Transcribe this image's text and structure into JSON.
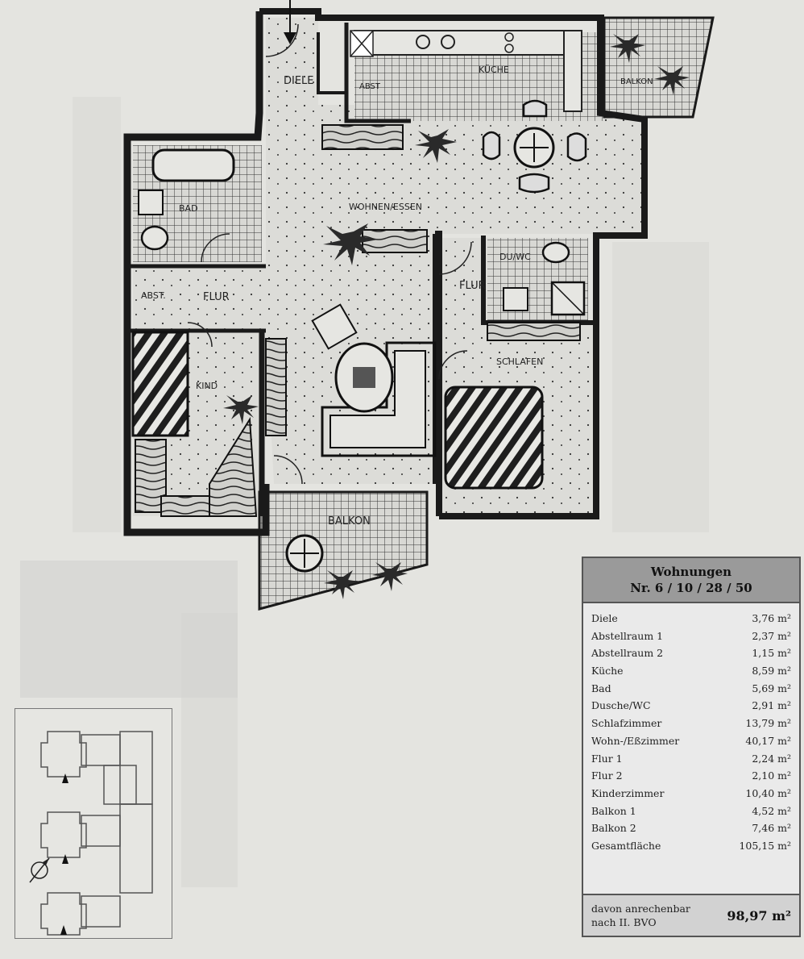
{
  "plan": {
    "rooms": {
      "diele": "DIELE",
      "kueche": "KÜCHE",
      "abst_top": "ABST",
      "balkon_top": "BALKON",
      "bad": "BAD",
      "wohnen": "WOHNEN/ESSEN",
      "abst_left": "ABST.",
      "flur_left": "FLUR",
      "flur_right": "FLUR",
      "duwc": "DU/WC",
      "schlafen": "SCHLAFEN",
      "kind": "KIND",
      "balkon_bottom": "BALKON"
    }
  },
  "table": {
    "title": "Wohnungen",
    "subtitle": "Nr. 6 / 10 / 28 / 50",
    "rows": [
      {
        "name": "Diele",
        "area": "3,76 m²"
      },
      {
        "name": "Abstellraum 1",
        "area": "2,37 m²"
      },
      {
        "name": "Abstellraum 2",
        "area": "1,15 m²"
      },
      {
        "name": "Küche",
        "area": "8,59 m²"
      },
      {
        "name": "Bad",
        "area": "5,69 m²"
      },
      {
        "name": "Dusche/WC",
        "area": "2,91 m²"
      },
      {
        "name": "Schlafzimmer",
        "area": "13,79 m²"
      },
      {
        "name": "Wohn-/Eßzimmer",
        "area": "40,17 m²"
      },
      {
        "name": "Flur 1",
        "area": "2,24 m²"
      },
      {
        "name": "Flur 2",
        "area": "2,10 m²"
      },
      {
        "name": "Kinderzimmer",
        "area": "10,40 m²"
      },
      {
        "name": "Balkon 1",
        "area": "4,52 m²"
      },
      {
        "name": "Balkon 2",
        "area": "7,46 m²"
      },
      {
        "name": "Gesamtfläche",
        "area": "105,15 m²"
      }
    ],
    "footer_line1": "davon anrechenbar",
    "footer_line2": "nach II. BVO",
    "footer_total": "98,97 m²"
  },
  "colors": {
    "paper": "#e4e4e0",
    "wall": "#1a1a1a",
    "header": "#9a9a9a"
  },
  "icons": [
    "north-arrow-icon",
    "entrance-arrow-icon"
  ]
}
